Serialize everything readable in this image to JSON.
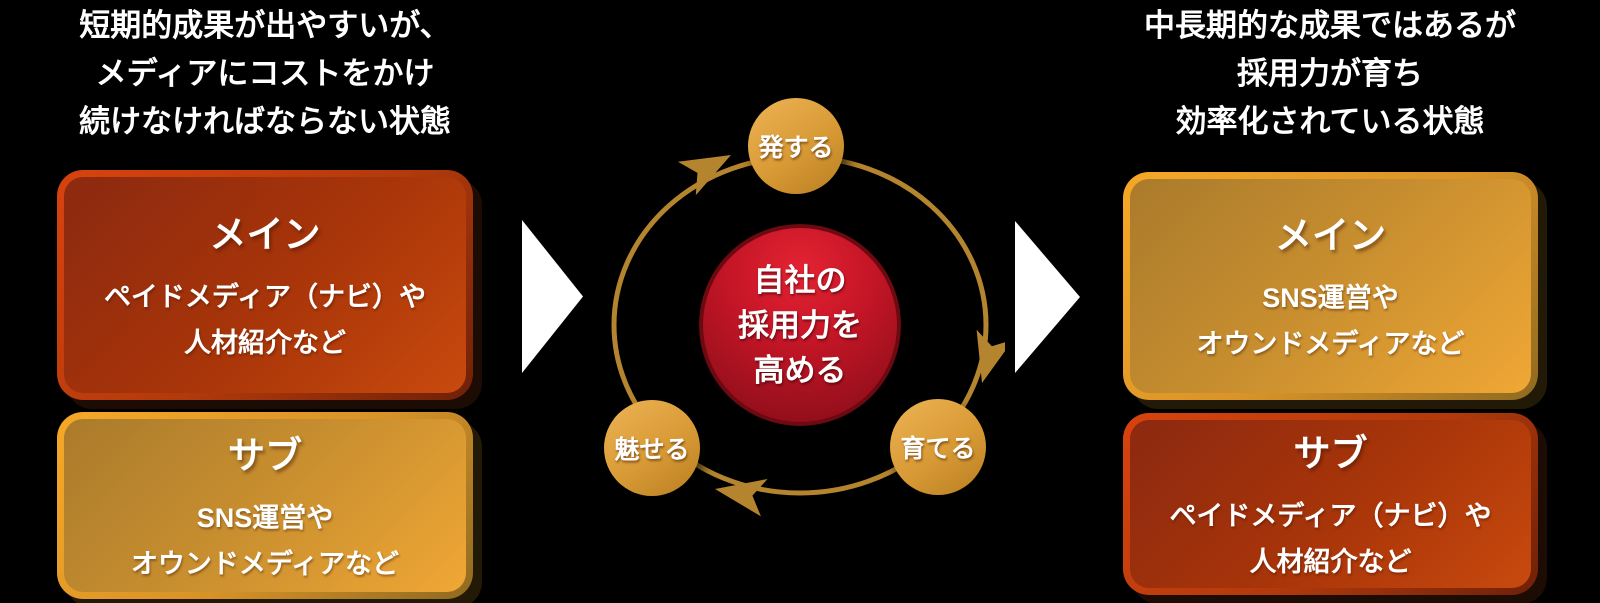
{
  "left_panel": {
    "heading_lines": [
      "短期的成果が出やすいが、",
      "メディアにコストをかけ",
      "続けなければならない状態"
    ],
    "main_box": {
      "title": "メイン",
      "body_lines": [
        "ペイドメディア（ナビ）や",
        "人材紹介など"
      ],
      "variant": "red"
    },
    "sub_box": {
      "title": "サブ",
      "body_lines": [
        "SNS運営や",
        "オウンドメディアなど"
      ],
      "variant": "gold"
    }
  },
  "right_panel": {
    "heading_lines": [
      "中長期的な成果ではあるが",
      "採用力が育ち",
      "効率化されている状態"
    ],
    "main_box": {
      "title": "メイン",
      "body_lines": [
        "SNS運営や",
        "オウンドメディアなど"
      ],
      "variant": "gold"
    },
    "sub_box": {
      "title": "サブ",
      "body_lines": [
        "ペイドメディア（ナビ）や",
        "人材紹介など"
      ],
      "variant": "red"
    }
  },
  "cycle": {
    "center_lines": [
      "自社の",
      "採用力を",
      "高める"
    ],
    "nodes": [
      {
        "label": "発する",
        "position": "top"
      },
      {
        "label": "育てる",
        "position": "bottom-right"
      },
      {
        "label": "魅せる",
        "position": "bottom-left"
      }
    ],
    "direction": "clockwise"
  },
  "colors": {
    "background": "#000000",
    "text_white": "#ffffff",
    "red_box_border": "#d8430e",
    "red_box_dark": "#8c2910",
    "red_box_light": "#c84a0e",
    "gold_box_border": "#f6a827",
    "gold_box_dark": "#aa7b2c",
    "gold_box_light": "#f0a735",
    "center_circle_red": "#c61627",
    "center_circle_dark": "#7c0b13",
    "node_gold_light": "#edb355",
    "node_gold_dark": "#b87e22",
    "ring_gold": "#b5842e"
  }
}
